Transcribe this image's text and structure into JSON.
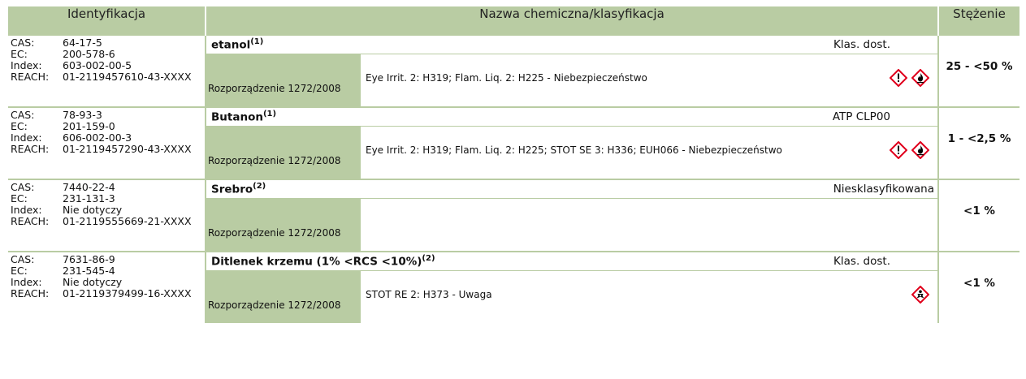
{
  "header": {
    "col_identification": "Identyfikacja",
    "col_name": "Nazwa chemiczna/klasyfikacja",
    "col_concentration": "Stężenie"
  },
  "labels": {
    "cas": "CAS:",
    "ec": "EC:",
    "index": "Index:",
    "reach": "REACH:"
  },
  "rows": [
    {
      "cas": "64-17-5",
      "ec": "200-578-6",
      "index": "603-002-00-5",
      "reach": "01-2119457610-43-XXXX",
      "name": "etanol",
      "note": "(1)",
      "klas": "Klas. dost.",
      "regulation": "Rozporządzenie 1272/2008",
      "hazard": "Eye Irrit. 2: H319; Flam. Liq. 2: H225 - Niebezpieczeństwo",
      "pictograms": [
        "exclamation-icon",
        "flame-icon"
      ],
      "concentration": "25 - <50 %"
    },
    {
      "cas": "78-93-3",
      "ec": "201-159-0",
      "index": "606-002-00-3",
      "reach": "01-2119457290-43-XXXX",
      "name": "Butanon",
      "note": "(1)",
      "klas": "ATP CLP00",
      "regulation": "Rozporządzenie 1272/2008",
      "hazard": "Eye Irrit. 2: H319; Flam. Liq. 2: H225; STOT SE 3: H336; EUH066 - Niebezpieczeństwo",
      "pictograms": [
        "exclamation-icon",
        "flame-icon"
      ],
      "concentration": "1 - <2,5 %"
    },
    {
      "cas": "7440-22-4",
      "ec": "231-131-3",
      "index": "Nie dotyczy",
      "reach": "01-2119555669-21-XXXX",
      "name": "Srebro",
      "note": "(2)",
      "klas": "Niesklasyfikowana",
      "regulation": "Rozporządzenie 1272/2008",
      "hazard": "",
      "pictograms": [],
      "concentration": "<1 %"
    },
    {
      "cas": "7631-86-9",
      "ec": "231-545-4",
      "index": "Nie dotyczy",
      "reach": "01-2119379499-16-XXXX",
      "name": "Ditlenek krzemu (1% <RCS <10%)",
      "note": "(2)",
      "klas": "Klas. dost.",
      "regulation": "Rozporządzenie 1272/2008",
      "hazard": "STOT RE 2: H373 - Uwaga",
      "pictograms": [
        "health-hazard-icon"
      ],
      "concentration": "<1 %"
    }
  ],
  "colors": {
    "accent": "#b9cca3",
    "pictogram_border": "#e0001b"
  }
}
